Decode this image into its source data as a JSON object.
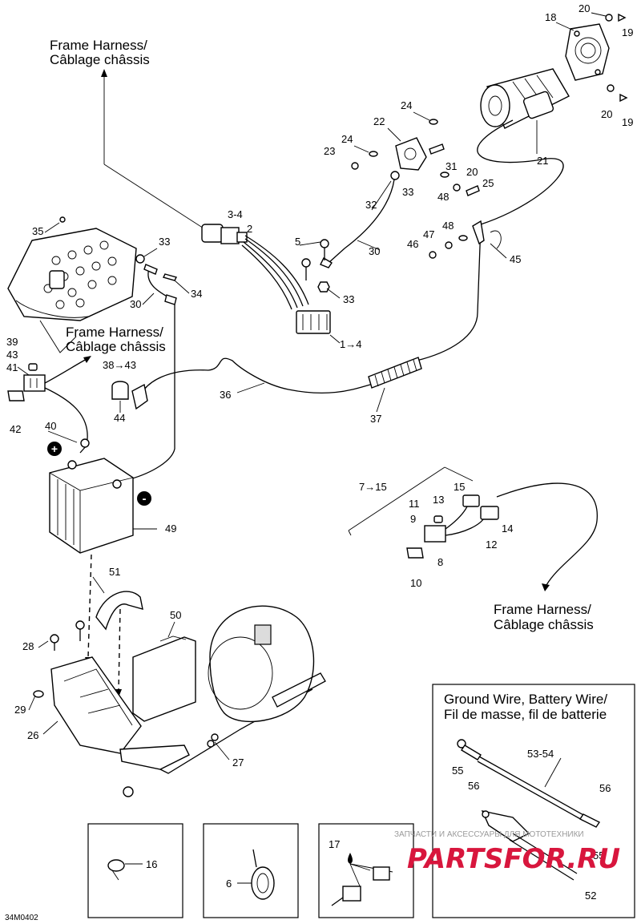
{
  "captions": {
    "frame_harness_1_en": "Frame Harness/",
    "frame_harness_1_fr": "Câblage châssis",
    "frame_harness_2_en": "Frame Harness/",
    "frame_harness_2_fr": "Câblage châssis",
    "frame_harness_3_en": "Frame Harness/",
    "frame_harness_3_fr": "Câblage châssis",
    "ground_wire_en": "Ground Wire, Battery Wire/",
    "ground_wire_fr": "Fil de masse, fil de batterie"
  },
  "part_numbers": {
    "p18": "18",
    "p20a": "20",
    "p19a": "19",
    "p24a": "24",
    "p20b": "20",
    "p19b": "19",
    "p22": "22",
    "p24b": "24",
    "p23": "23",
    "p31": "31",
    "p21": "21",
    "p20c": "20",
    "p25": "25",
    "p33a": "33",
    "p48a": "48",
    "p32": "32",
    "p34": "3-4",
    "p2": "2",
    "p48b": "48",
    "p47": "47",
    "p46": "46",
    "p45": "45",
    "p5": "5",
    "p30a": "30",
    "p35": "35",
    "p33b": "33",
    "p34b": "34",
    "p30b": "30",
    "p33c": "33",
    "p1_4": "1→4",
    "p39": "39",
    "p43": "43",
    "p41": "41",
    "p38_43": "38→43",
    "p42": "42",
    "p44": "44",
    "p36": "36",
    "p37": "37",
    "p40": "40",
    "p49": "49",
    "p7_15": "7→15",
    "p15": "15",
    "p13": "13",
    "p11": "11",
    "p9": "9",
    "p14": "14",
    "p8": "8",
    "p12": "12",
    "p10": "10",
    "p51": "51",
    "p50": "50",
    "p28": "28",
    "p29": "29",
    "p26": "26",
    "p27": "27",
    "p53_54": "53-54",
    "p55a": "55",
    "p56a": "56",
    "p56b": "56",
    "p55b": "55",
    "p52": "52",
    "p16": "16",
    "p6": "6",
    "p17": "17"
  },
  "symbols": {
    "positive": "+",
    "negative": "-"
  },
  "drawing_code": "34M0402",
  "watermark": {
    "line1": "ЗАПЧАСТИ И АКСЕССУАРЫ ДЛЯ МОТОТЕХНИКИ",
    "line2": "PARTSFOR.RU"
  }
}
